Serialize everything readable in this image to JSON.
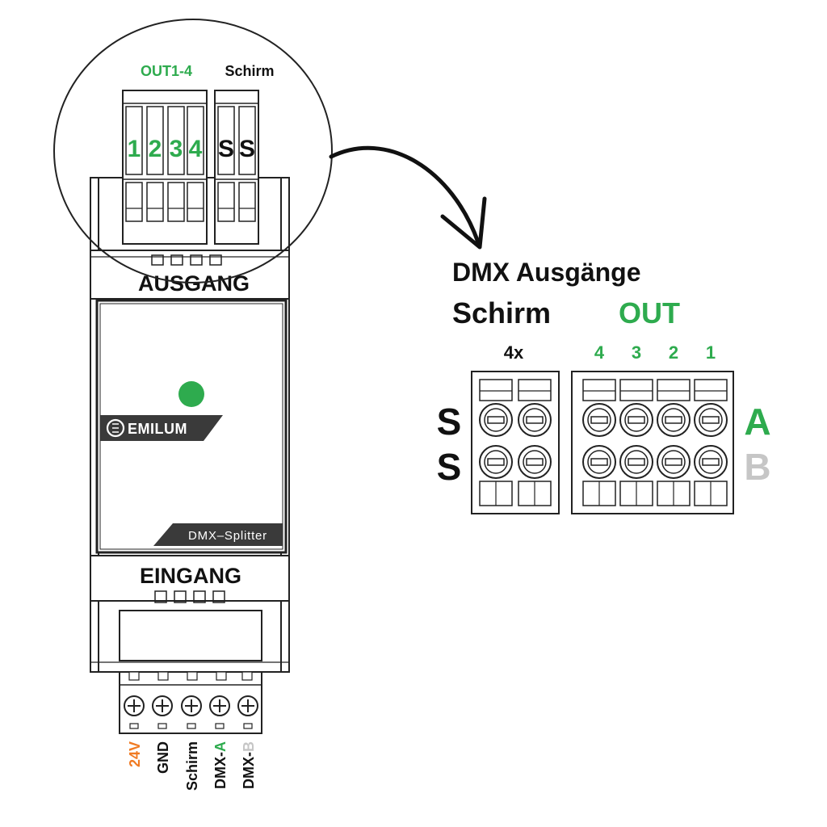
{
  "colors": {
    "green": "#2eab4e",
    "orange": "#f07a22",
    "light_gray": "#c6c6c6",
    "black": "#111111",
    "brand_bg": "#3a3a3a"
  },
  "callout": {
    "out_label": "OUT1-4",
    "shield_label": "Schirm",
    "out_digits": [
      "1",
      "2",
      "3",
      "4"
    ],
    "shield_letters": [
      "S",
      "S"
    ]
  },
  "device": {
    "ausgang_label": "AUSGANG",
    "eingang_label": "EINGANG",
    "brand": "EMILUM",
    "model": "DMX–Splitter",
    "status_led": "led-icon"
  },
  "input_terminals": [
    {
      "label": "24V",
      "color": "#f07a22"
    },
    {
      "label": "GND",
      "color": "#111111"
    },
    {
      "label": "Schirm",
      "color": "#111111"
    },
    {
      "label_prefix": "DMX-",
      "label_suffix": "A",
      "suffix_color": "#2eab4e"
    },
    {
      "label_prefix": "DMX-",
      "label_suffix": "B",
      "suffix_color": "#c6c6c6"
    }
  ],
  "detail": {
    "title": "DMX Ausgänge",
    "shield_heading": "Schirm",
    "out_heading": "OUT",
    "shield_count": "4x",
    "out_numbers": [
      "4",
      "3",
      "2",
      "1"
    ],
    "row_labels_left": [
      "S",
      "S"
    ],
    "row_labels_right": [
      "A",
      "B"
    ]
  }
}
